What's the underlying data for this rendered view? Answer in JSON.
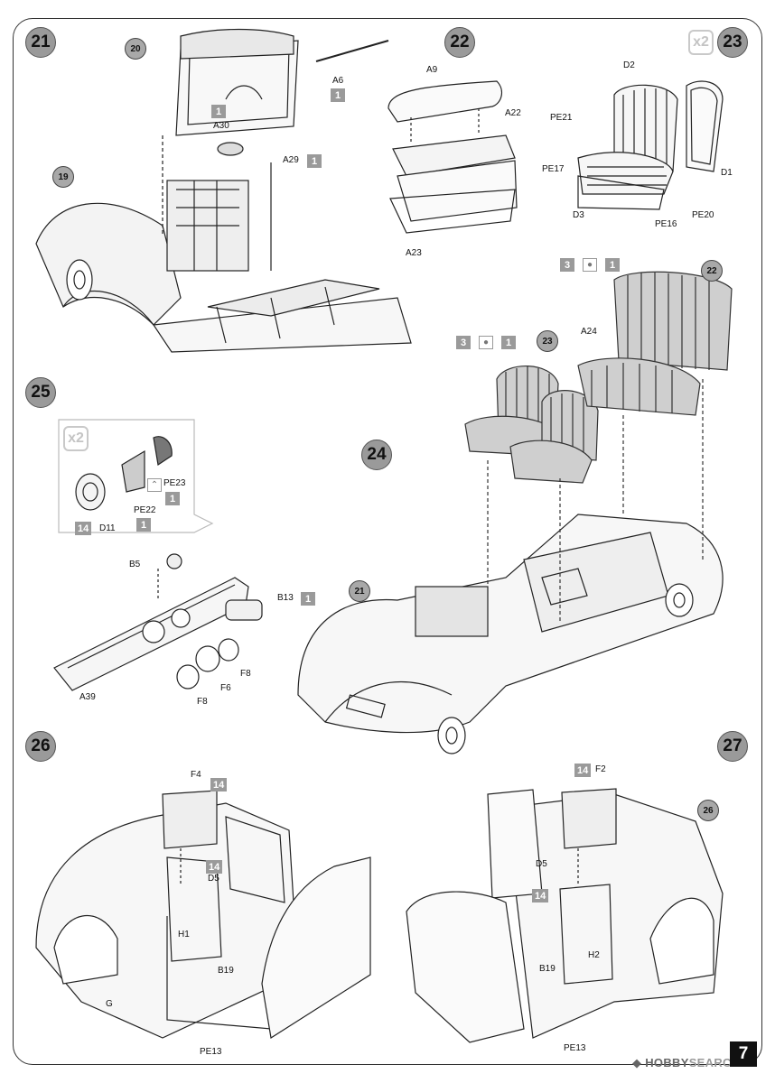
{
  "steps": {
    "s21": "21",
    "s22": "22",
    "s23": "23",
    "s24": "24",
    "s25": "25",
    "s26": "26",
    "s27": "27"
  },
  "refs": {
    "r20": "20",
    "r19": "19",
    "r22": "22",
    "r23": "23",
    "r21": "21",
    "r26": "26"
  },
  "multipliers": {
    "x2_step23": "x2",
    "x2_step25": "x2"
  },
  "parts": {
    "A6": "A6",
    "A30": "A30",
    "A29": "A29",
    "A9": "A9",
    "A22": "A22",
    "A23": "A23",
    "D2": "D2",
    "PE21": "PE21",
    "PE17": "PE17",
    "D1": "D1",
    "D3": "D3",
    "PE16": "PE16",
    "PE20": "PE20",
    "A24": "A24",
    "PE23": "PE23",
    "PE22": "PE22",
    "D11": "D11",
    "B5": "B5",
    "B13": "B13",
    "F8a": "F8",
    "F6": "F6",
    "F8b": "F8",
    "A39": "A39",
    "F4": "F4",
    "D5a": "D5",
    "H1": "H1",
    "B19a": "B19",
    "G": "G",
    "PE13a": "PE13",
    "F2": "F2",
    "D5b": "D5",
    "H2": "H2",
    "B19b": "B19",
    "PE13b": "PE13"
  },
  "paint_codes": {
    "p1_a6": "1",
    "p1_a30": "1",
    "p1_a29": "1",
    "p3_left": "3",
    "p1_left": "1",
    "p3_right": "3",
    "p1_right": "1",
    "p1_pe23": "1",
    "p14_d11": "14",
    "p1_pe22": "1",
    "p1_b13": "1",
    "p14_f4": "14",
    "p14_d5a": "14",
    "p14_f2": "14",
    "p14_d5b": "14"
  },
  "footer": {
    "page_number": "7",
    "watermark_a": "HOBBY",
    "watermark_b": "SEARCH"
  },
  "colors": {
    "badge_grey": "#9a9a9a",
    "seat_grey": "#cfcfcf",
    "line": "#222222"
  }
}
